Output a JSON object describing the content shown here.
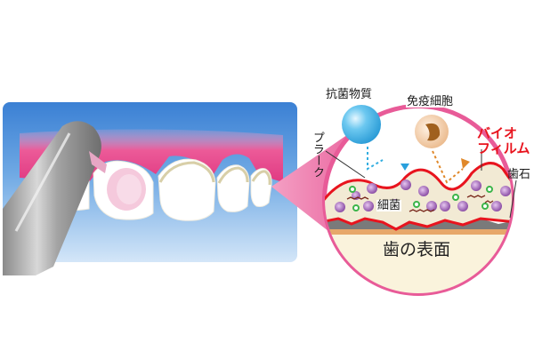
{
  "labels": {
    "antibacterial": "抗菌物質",
    "immune_cell": "免疫細胞",
    "biofilm_line1": "バイオ",
    "biofilm_line2": "フィルム",
    "plaque": "プラーク",
    "bacteria": "細菌",
    "tartar": "歯石",
    "tooth_surface": "歯の表面"
  },
  "colors": {
    "background_blue_top": "#3f86d6",
    "background_blue_bottom": "#cfe3f7",
    "gum_pink": "#e8468a",
    "magnifier_pink": "#f07aa8",
    "biofilm_red": "#e8141e",
    "bacteria_purple": "#9a5fb0",
    "bacteria_green": "#3cb54a",
    "antibacterial_blue": "#4fb8e8",
    "immune_orange": "#c98a4a",
    "tooth_surface_cream": "#faf3dc"
  }
}
